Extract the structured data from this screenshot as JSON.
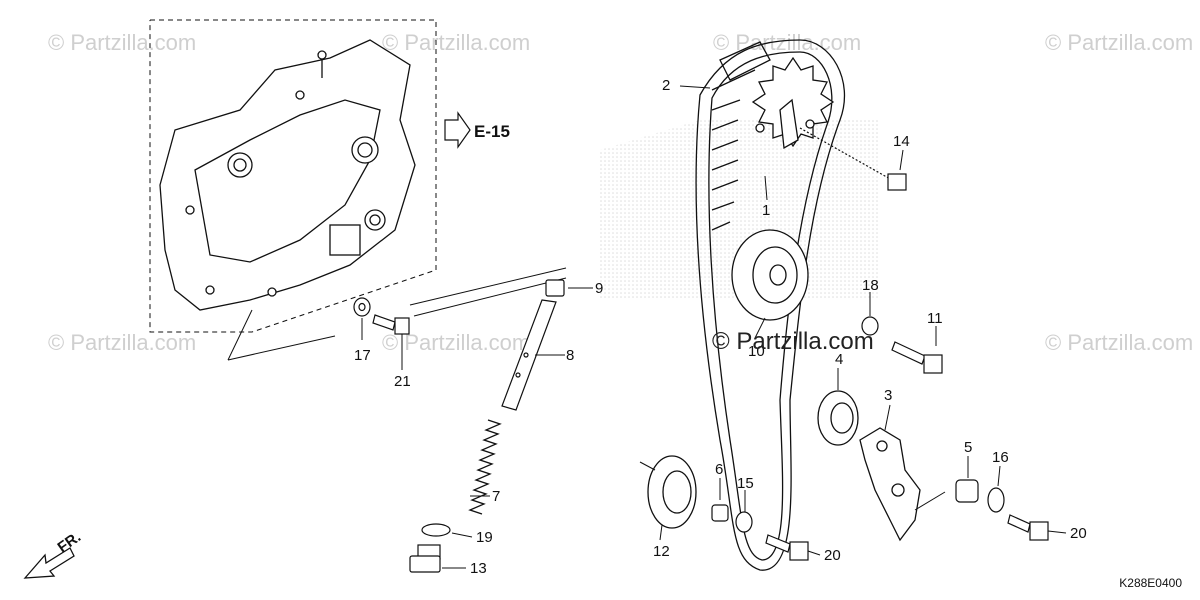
{
  "watermark": {
    "text": "© Partzilla.com",
    "center_text": "© Partzilla.com"
  },
  "reference": {
    "label": "E-15"
  },
  "front_label": "FR.",
  "diagram_code": "K288E0400",
  "callouts": {
    "c1": "1",
    "c2": "2",
    "c3": "3",
    "c4": "4",
    "c5": "5",
    "c6": "6",
    "c7": "7",
    "c8": "8",
    "c9": "9",
    "c10": "10",
    "c11": "11",
    "c12": "12",
    "c13": "13",
    "c14": "14",
    "c15": "15",
    "c16": "16",
    "c17": "17",
    "c18": "18",
    "c19": "19",
    "c20a": "20",
    "c20b": "20",
    "c21": "21"
  },
  "colors": {
    "line": "#111111",
    "watermark": "#cfcfcf",
    "logo_dots": "#d9d9d9"
  }
}
